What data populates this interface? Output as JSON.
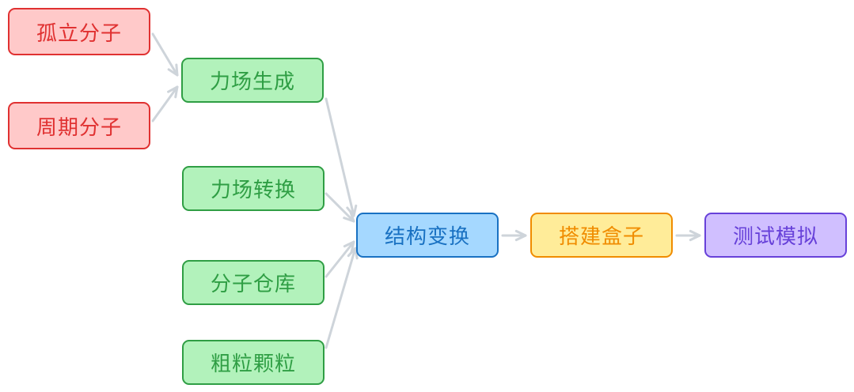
{
  "diagram": {
    "nodes": [
      {
        "id": "isolated",
        "label": "孤立分子",
        "color": "#e03131"
      },
      {
        "id": "periodic",
        "label": "周期分子",
        "color": "#e03131"
      },
      {
        "id": "ffgen",
        "label": "力场生成",
        "color": "#2f9e44"
      },
      {
        "id": "ffconv",
        "label": "力场转换",
        "color": "#2f9e44"
      },
      {
        "id": "molrepo",
        "label": "分子仓库",
        "color": "#2f9e44"
      },
      {
        "id": "cg",
        "label": "粗粒颗粒",
        "color": "#2f9e44"
      },
      {
        "id": "struct",
        "label": "结构变换",
        "color": "#1971c2"
      },
      {
        "id": "box",
        "label": "搭建盒子",
        "color": "#f08c00"
      },
      {
        "id": "sim",
        "label": "测试模拟",
        "color": "#6741d9"
      }
    ],
    "edges": [
      {
        "from": "isolated",
        "to": "ffgen"
      },
      {
        "from": "periodic",
        "to": "ffgen"
      },
      {
        "from": "ffgen",
        "to": "struct"
      },
      {
        "from": "ffconv",
        "to": "struct"
      },
      {
        "from": "molrepo",
        "to": "struct"
      },
      {
        "from": "cg",
        "to": "struct"
      },
      {
        "from": "struct",
        "to": "box"
      },
      {
        "from": "box",
        "to": "sim"
      }
    ],
    "edge_color": "#ced4da"
  }
}
